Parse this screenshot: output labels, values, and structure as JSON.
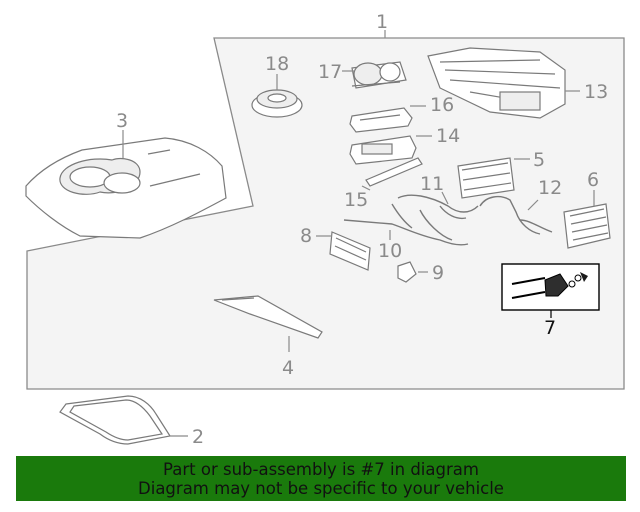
{
  "diagram": {
    "callouts": {
      "c1": "1",
      "c2": "2",
      "c3": "3",
      "c4": "4",
      "c5": "5",
      "c6": "6",
      "c7": "7",
      "c8": "8",
      "c9": "9",
      "c10": "10",
      "c11": "11",
      "c12": "12",
      "c13": "13",
      "c14": "14",
      "c15": "15",
      "c16": "16",
      "c17": "17",
      "c18": "18"
    },
    "highlighted_part": "7",
    "colors": {
      "line": "#7a7a7a",
      "panel": "#f4f4f4",
      "highlight": "#000000"
    }
  },
  "banner": {
    "line1": "Part or sub-assembly is #7 in diagram",
    "line2": "Diagram may not be specific to your vehicle",
    "background": "#1a7a0c"
  }
}
